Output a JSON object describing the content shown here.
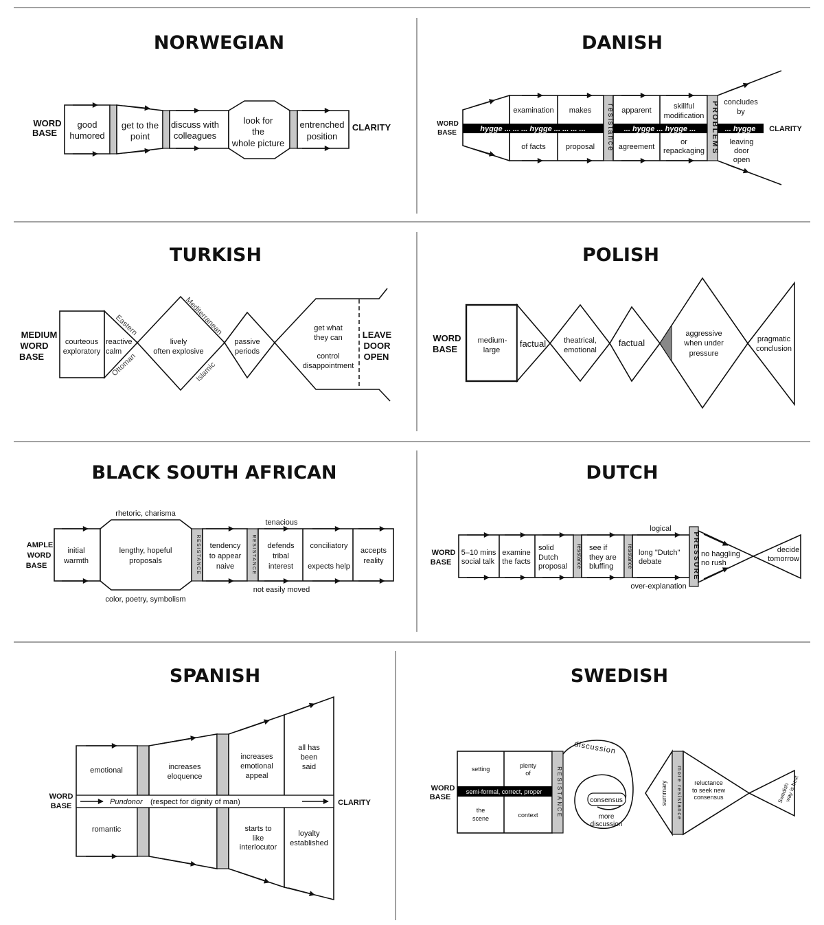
{
  "norwegian": {
    "title": "NORWEGIAN",
    "left_label": [
      "WORD",
      "BASE"
    ],
    "right_label": "CLARITY",
    "steps": [
      [
        "good",
        "humored"
      ],
      [
        "get to the",
        "point"
      ],
      [
        "discuss with",
        "colleagues"
      ],
      [
        "look for",
        "the",
        "whole picture"
      ],
      [
        "entrenched",
        "position"
      ]
    ]
  },
  "danish": {
    "title": "DANISH",
    "left_label": [
      "WORD",
      "BASE"
    ],
    "right_label": "CLARITY",
    "top": [
      "examination",
      "makes",
      "apparent",
      [
        "skillful",
        "modification"
      ],
      [
        "concludes",
        "by"
      ]
    ],
    "bottom": [
      "of facts",
      "proposal",
      "agreement",
      [
        "or",
        "repackaging"
      ],
      [
        "leaving",
        "door",
        "open"
      ]
    ],
    "band_left": "hygge ... ... ... hygge ... ... ... ...",
    "band_mid": "... hygge ... hygge ...",
    "band_right": "... hygge",
    "resistance": "resistance",
    "problems": "PROBLEMS"
  },
  "turkish": {
    "title": "TURKISH",
    "left_label": [
      "MEDIUM",
      "WORD",
      "BASE"
    ],
    "right_label": [
      "LEAVE",
      "DOOR",
      "OPEN"
    ],
    "box1": [
      "courteous",
      "exploratory"
    ],
    "box2": [
      "reactive",
      "calm"
    ],
    "eastern": "Eastern",
    "ottoman": "Ottoman",
    "mediterranean": "Mediterranean",
    "islamic": "Islamic",
    "d1": [
      "lively",
      "often explosive"
    ],
    "d2": [
      "passive",
      "periods"
    ],
    "d3": [
      "get what",
      "they can",
      "control",
      "disappointment"
    ]
  },
  "polish": {
    "title": "POLISH",
    "left_label": [
      "WORD",
      "BASE"
    ],
    "box": [
      "medium-",
      "large"
    ],
    "d": [
      "factual",
      [
        "theatrical,",
        "emotional"
      ],
      "factual",
      [
        "aggressive",
        "when under",
        "pressure"
      ],
      [
        "pragmatic",
        "conclusion"
      ]
    ]
  },
  "black_south_african": {
    "title": "BLACK SOUTH AFRICAN",
    "left_label": [
      "AMPLE",
      "WORD",
      "BASE"
    ],
    "above1": "rhetoric, charisma",
    "below1": "color, poetry, symbolism",
    "above2": "tenacious",
    "below2": "not easily moved",
    "box1": [
      "initial",
      "warmth"
    ],
    "box2": [
      "lengthy, hopeful",
      "proposals"
    ],
    "box3": [
      "tendency",
      "to appear",
      "naive"
    ],
    "box4": [
      "defends",
      "tribal",
      "interest"
    ],
    "box5": [
      "conciliatory",
      "expects help"
    ],
    "box6": [
      "accepts",
      "reality"
    ],
    "resistance": "RESISTANCE"
  },
  "dutch": {
    "title": "DUTCH",
    "left_label": [
      "WORD",
      "BASE"
    ],
    "above": "logical",
    "below": "over-explanation",
    "boxes": [
      [
        "5–10 mins",
        "social talk"
      ],
      [
        "examine",
        "the facts"
      ],
      [
        "solid",
        "Dutch",
        "proposal"
      ],
      [
        "see if",
        "they are",
        "bluffing"
      ],
      [
        "long \"Dutch\"",
        "debate"
      ]
    ],
    "resistance": "resistance",
    "pressure": "PRESSURE",
    "tail1": [
      "no haggling",
      "no rush"
    ],
    "tail2": [
      "decide",
      "tomorrow"
    ]
  },
  "spanish": {
    "title": "SPANISH",
    "left_label": [
      "WORD",
      "BASE"
    ],
    "right_label": "CLARITY",
    "top": [
      "emotional",
      [
        "increases",
        "eloquence"
      ],
      [
        "increases",
        "emotional",
        "appeal"
      ],
      [
        "all has",
        "been",
        "said"
      ]
    ],
    "bottom": [
      "romantic",
      [
        "starts to",
        "like",
        "interlocutor"
      ],
      [
        "loyalty",
        "established"
      ]
    ],
    "band_italic": "Pundonor",
    "band_rest": "(respect for dignity of man)"
  },
  "swedish": {
    "title": "SWEDISH",
    "left_label": [
      "WORD",
      "BASE"
    ],
    "top": [
      "setting",
      [
        "plenty",
        "of"
      ]
    ],
    "bottom": [
      [
        "the",
        "scene"
      ],
      "context"
    ],
    "band": "semi-formal, correct, proper",
    "resistance": "RESISTANCE",
    "discussion": "discussion",
    "consensus": "consensus",
    "more_discussion": [
      "more",
      "discussion"
    ],
    "summary": "summary",
    "more_resistance": "more resistance",
    "reluctance": [
      "reluctance",
      "to seek new",
      "consensus"
    ],
    "swedish_way": [
      "Swedish",
      "way is best"
    ]
  },
  "colors": {
    "ink": "#111111",
    "bar": "#c8c8c8",
    "band": "#000000"
  }
}
